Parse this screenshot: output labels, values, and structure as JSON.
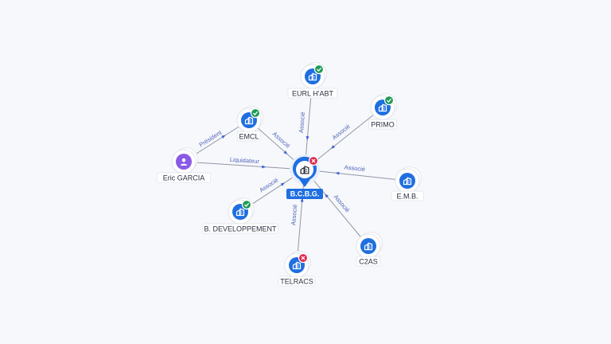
{
  "center": {
    "label": "B.C.B.G.",
    "icon": "building-icon",
    "status": "closed"
  },
  "nodes": [
    {
      "id": "eurl",
      "label": "EURL H'ABT",
      "icon": "building-icon",
      "status": "active",
      "relation": "Associé",
      "direction": "to-center"
    },
    {
      "id": "primo",
      "label": "PRIMO",
      "icon": "building-icon",
      "status": "active",
      "relation": "Associé",
      "direction": "to-center"
    },
    {
      "id": "emb",
      "label": "E.M.B.",
      "icon": "building-icon",
      "status": "none",
      "relation": "Associé",
      "direction": "to-center"
    },
    {
      "id": "c2as",
      "label": "C2AS",
      "icon": "building-icon",
      "status": "none",
      "relation": "Associé",
      "direction": "to-center"
    },
    {
      "id": "telracs",
      "label": "TELRACS",
      "icon": "building-icon",
      "status": "closed",
      "relation": "Associé",
      "direction": "to-center"
    },
    {
      "id": "bdev",
      "label": "B. DEVELOPPEMENT",
      "icon": "building-icon",
      "status": "active",
      "relation": "Associé",
      "direction": "to-center"
    },
    {
      "id": "garcia",
      "label": "Eric GARCIA",
      "icon": "person-icon",
      "status": "none",
      "relation": "Liquidateur",
      "direction": "to-center"
    },
    {
      "id": "emcl",
      "label": "EMCL",
      "icon": "building-icon",
      "status": "active",
      "relation": "Associé",
      "direction": "to-center"
    }
  ],
  "extra_edges": [
    {
      "from": "garcia",
      "to": "emcl",
      "relation": "Président"
    }
  ],
  "colors": {
    "company": "#1f6fe0",
    "person": "#8a5ae6",
    "active_badge": "#1f9a55",
    "closed_badge": "#e0264a",
    "edge_label": "#4f63b8"
  }
}
